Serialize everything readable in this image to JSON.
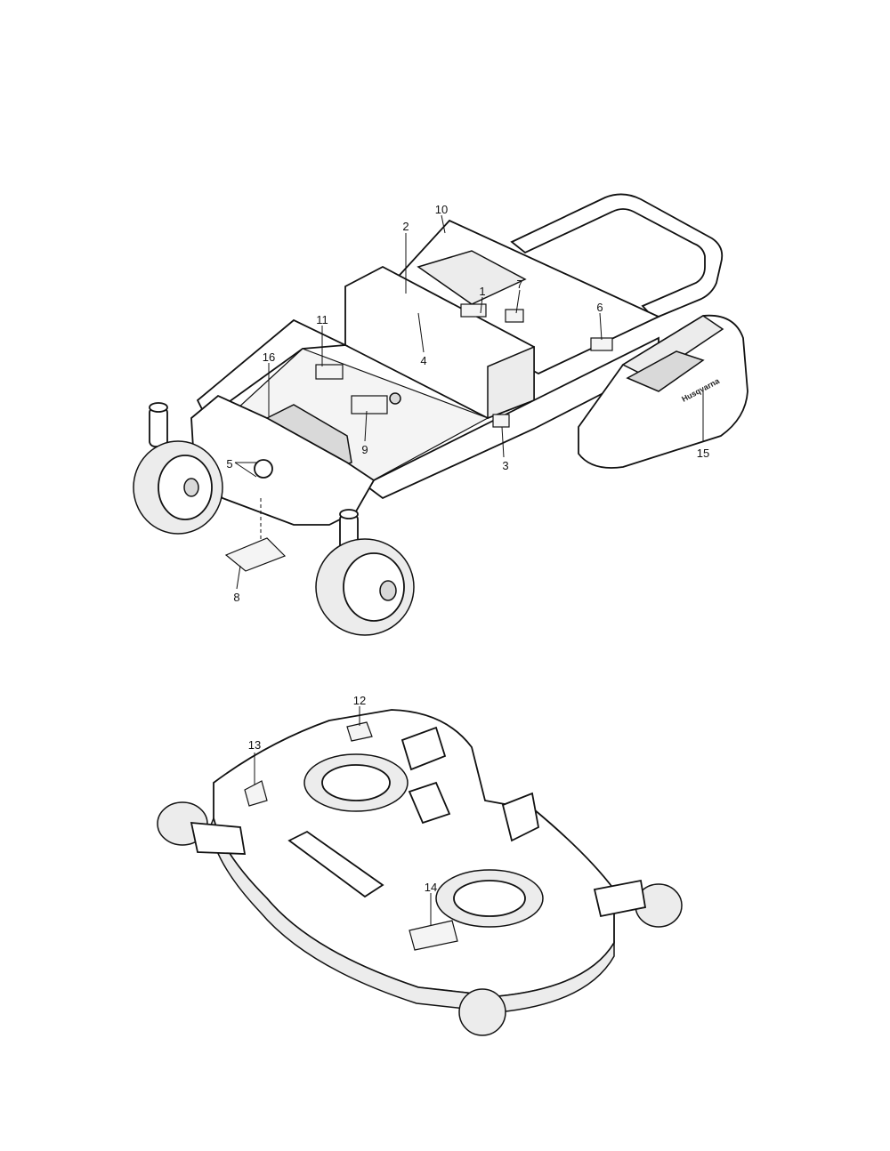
{
  "brand_text": "Husqvarna",
  "callouts": {
    "c1": "1",
    "c2": "2",
    "c3": "3",
    "c4": "4",
    "c5": "5",
    "c6": "6",
    "c7": "7",
    "c8": "8",
    "c9": "9",
    "c10": "10",
    "c11": "11",
    "c12": "12",
    "c13": "13",
    "c14": "14",
    "c15": "15",
    "c16": "16"
  }
}
